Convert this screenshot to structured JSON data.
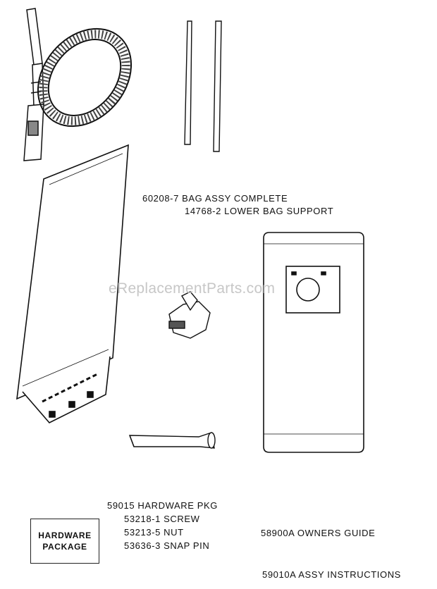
{
  "watermark": "eReplacementParts.com",
  "labels": {
    "bag_assy": "60208-7 BAG ASSY COMPLETE",
    "lower_bag_support": "14768-2 LOWER BAG SUPPORT",
    "hardware_pkg": "59015 HARDWARE PKG",
    "screw": "53218-1 SCREW",
    "nut": "53213-5 NUT",
    "snap_pin": "53636-3 SNAP PIN",
    "owners_guide": "58900A OWNERS GUIDE",
    "assy_instructions": "59010A ASSY INSTRUCTIONS"
  },
  "hardware_box": {
    "line1": "HARDWARE",
    "line2": "PACKAGE"
  }
}
